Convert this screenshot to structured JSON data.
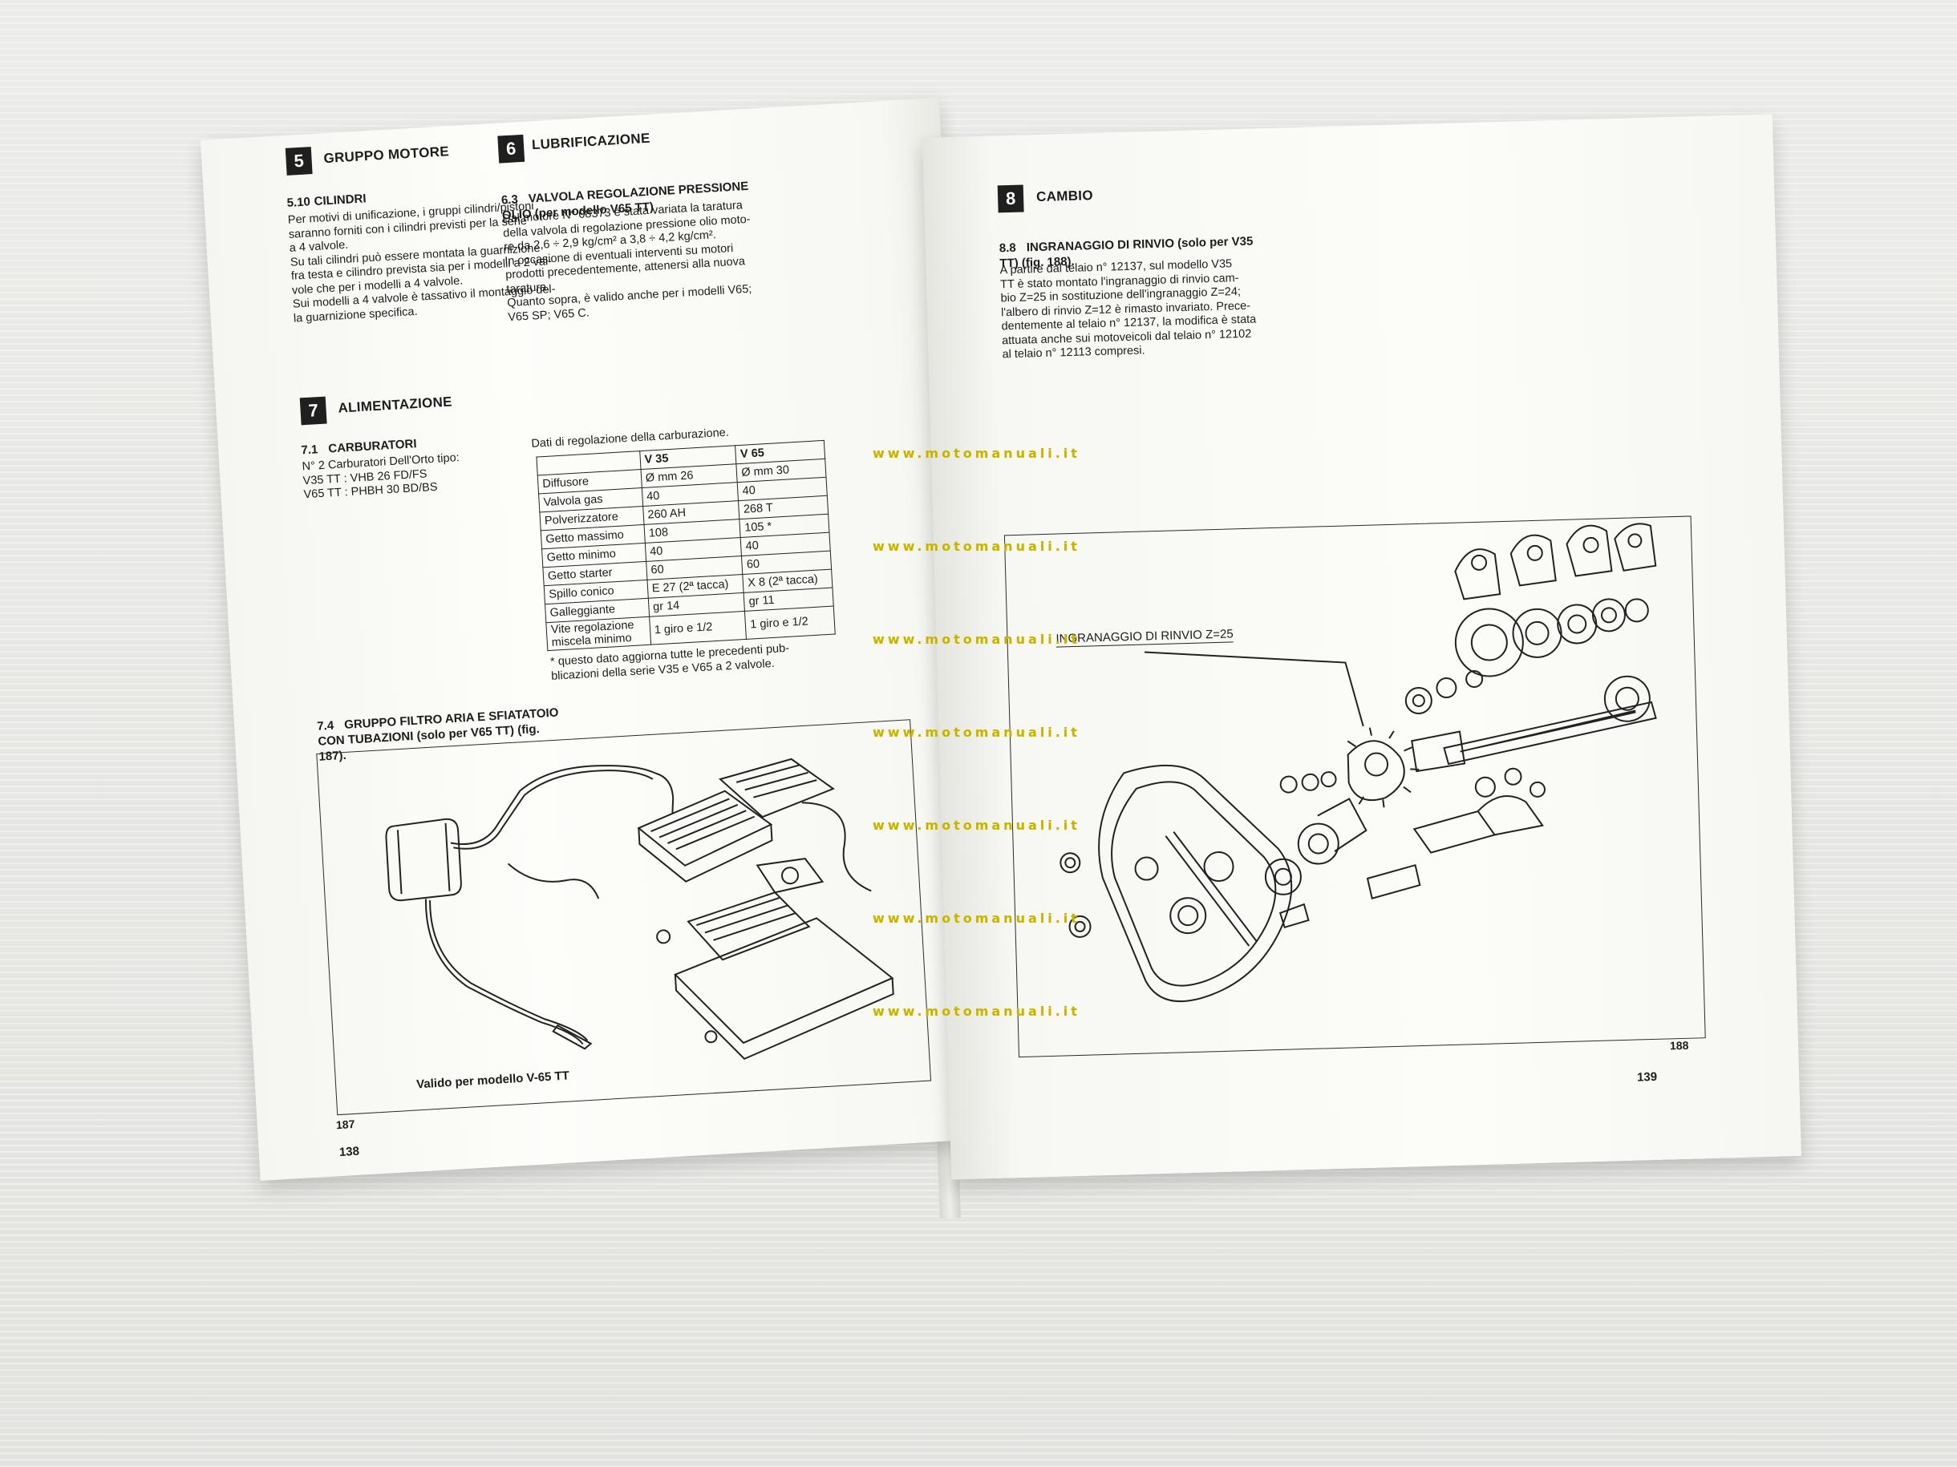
{
  "left_page": {
    "sec5": {
      "num": "5",
      "title": "GRUPPO MOTORE"
    },
    "sub510": {
      "num": "5.10",
      "title": "CILINDRI",
      "text": "Per motivi di unificazione, i gruppi cilindri/pistoni\nsaranno forniti con i cilindri previsti per la serie\na 4 valvole.\nSu tali cilindri può essere montata la guarnizione\nfra testa e cilindro prevista sia per i modelli a 2 val-\nvole che per i modelli a 4 valvole.\nSui modelli a 4 valvole è tassativo il montaggio del-\nla guarnizione specifica."
    },
    "sec6": {
      "num": "6",
      "title": "LUBRIFICAZIONE"
    },
    "sub63": {
      "num": "6.3",
      "title": "VALVOLA REGOLAZIONE PRESSIONE\nOLIO (per modello V65 TT)",
      "text": "Dal motore N° 08373 è stata variata la taratura\ndella valvola di regolazione pressione olio moto-\nre da 2,6 ÷ 2,9 kg/cm² a 3,8 ÷ 4,2 kg/cm².\nIn occasione di eventuali interventi su motori\nprodotti precedentemente, attenersi alla nuova\ntaratura.\nQuanto sopra, è valido anche per i modelli V65;\nV65 SP; V65 C."
    },
    "sec7": {
      "num": "7",
      "title": "ALIMENTAZIONE"
    },
    "sub71": {
      "num": "7.1",
      "title": "CARBURATORI",
      "text": "N° 2 Carburatori Dell'Orto tipo:\nV35 TT : VHB 26 FD/FS\nV65 TT : PHBH 30 BD/BS"
    },
    "table": {
      "caption": "Dati di regolazione della carburazione.",
      "headers": [
        "",
        "V 35",
        "V 65"
      ],
      "rows": [
        [
          "Diffusore",
          "Ø mm 26",
          "Ø mm 30"
        ],
        [
          "Valvola gas",
          "40",
          "40"
        ],
        [
          "Polverizzatore",
          "260 AH",
          "268 T"
        ],
        [
          "Getto massimo",
          "108",
          "105 *"
        ],
        [
          "Getto minimo",
          "40",
          "40"
        ],
        [
          "Getto starter",
          "60",
          "60"
        ],
        [
          "Spillo conico",
          "E 27 (2ª tacca)",
          "X 8 (2ª tacca)"
        ],
        [
          "Galleggiante",
          "gr 14",
          "gr 11"
        ],
        [
          "Vite regolazione\nmiscela minimo",
          "1 giro e 1/2",
          "1 giro e 1/2"
        ]
      ],
      "footnote": "* questo dato aggiorna tutte le precedenti pub-\nblicazioni della serie V35 e V65 a 2 valvole."
    },
    "sub74": {
      "num": "7.4",
      "title": "GRUPPO FILTRO ARIA E SFIATATOIO\nCON TUBAZIONI (solo per V65 TT) (fig.\n187)."
    },
    "figure": {
      "caption": "Valido per modello V-65 TT",
      "num": "187"
    },
    "page_number": "138"
  },
  "right_page": {
    "sec8": {
      "num": "8",
      "title": "CAMBIO"
    },
    "sub88": {
      "num": "8.8",
      "title": "INGRANAGGIO DI RINVIO (solo per V35\nTT) (fig. 188).",
      "text": "A partire dal telaio n° 12137, sul modello V35\nTT è stato montato l'ingranaggio di rinvio cam-\nbio Z=25 in sostituzione dell'ingranaggio Z=24;\nl'albero di rinvio Z=12 è rimasto invariato. Prece-\ndentemente al telaio n° 12137, la modifica è stata\nattuata anche sui motoveicoli dal telaio n° 12102\nal telaio n° 12113 compresi."
    },
    "figure": {
      "label": "INGRANAGGIO DI RINVIO Z=25",
      "num": "188"
    },
    "page_number": "139"
  },
  "watermark": "www.motomanuali.it",
  "colors": {
    "paper": "#fbfbf8",
    "ink": "#1c1c1c",
    "watermark": "#c8b400",
    "background": "#e9e9e7"
  }
}
